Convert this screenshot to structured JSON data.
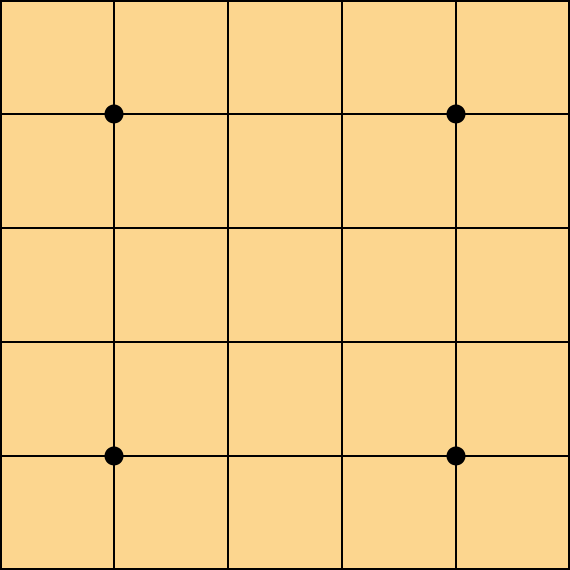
{
  "board": {
    "grid_cells": 5,
    "board_color": "#fcd68f",
    "line_color": "#000000",
    "star_point_color": "#000000",
    "star_points": [
      {
        "row": 1,
        "col": 1
      },
      {
        "row": 1,
        "col": 4
      },
      {
        "row": 4,
        "col": 1
      },
      {
        "row": 4,
        "col": 4
      }
    ]
  }
}
